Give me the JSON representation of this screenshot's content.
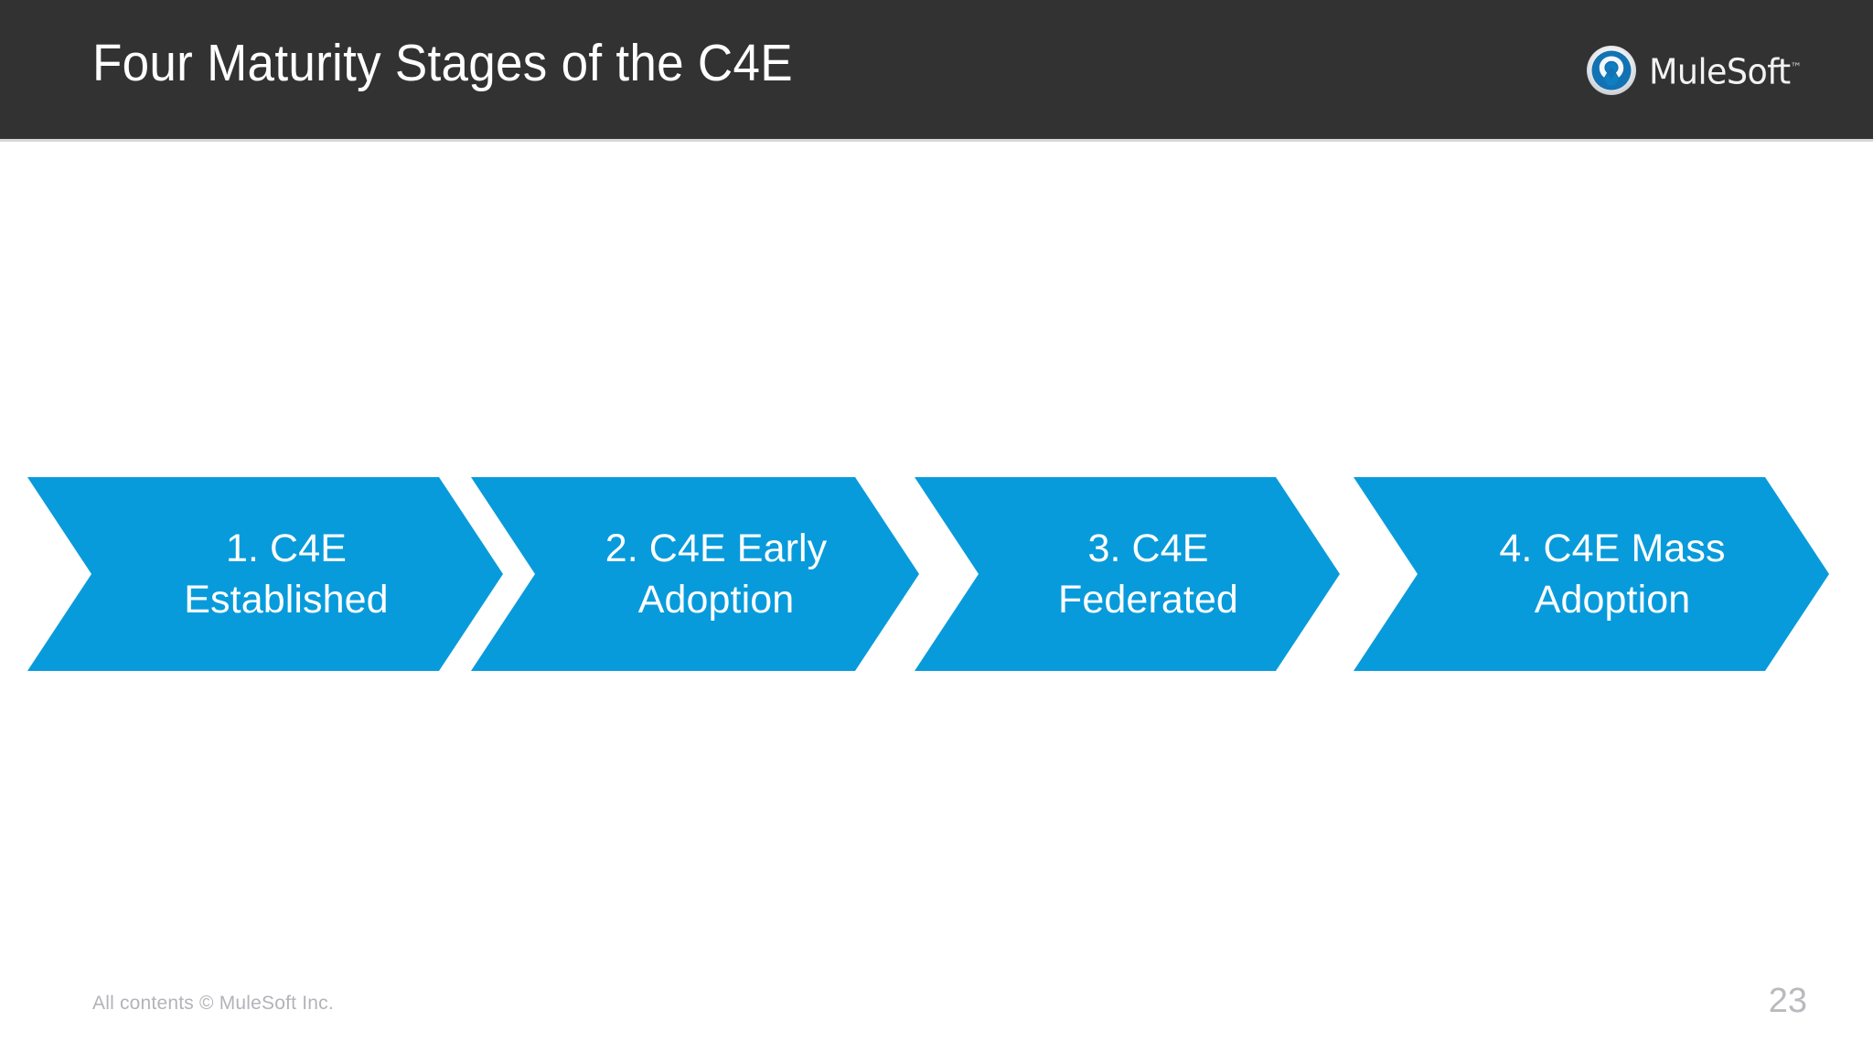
{
  "slide": {
    "title": "Four Maturity Stages of the C4E",
    "background_color": "#ffffff",
    "header_color": "#323232",
    "accent_color": "#089BDB",
    "page_number": "23",
    "footer_note": "All contents © MuleSoft Inc."
  },
  "brand": {
    "name": "MuleSoft",
    "trademark": "™",
    "badge_icon": "mulesoft-m-logo-icon",
    "badge_ring_color": "#f1f1f3",
    "badge_glyph_color": "#1272b3"
  },
  "chart_data": {
    "type": "diagram-process-chevron",
    "title": "Four Maturity Stages of the C4E",
    "orientation": "horizontal",
    "stage_count": 4,
    "stages": [
      {
        "index": "1",
        "label": "1. C4E\nEstablished",
        "line1": "1. C4E",
        "line2": "Established",
        "color": "#089BDB"
      },
      {
        "index": "2",
        "label": "2. C4E Early\nAdoption",
        "line1": "2. C4E Early",
        "line2": "Adoption",
        "color": "#089BDB"
      },
      {
        "index": "3",
        "label": "3. C4E\nFederated",
        "line1": "3. C4E",
        "line2": "Federated",
        "color": "#089BDB"
      },
      {
        "index": "4",
        "label": "4. C4E Mass\nAdoption",
        "line1": "4. C4E Mass",
        "line2": "Adoption",
        "color": "#089BDB"
      }
    ]
  }
}
